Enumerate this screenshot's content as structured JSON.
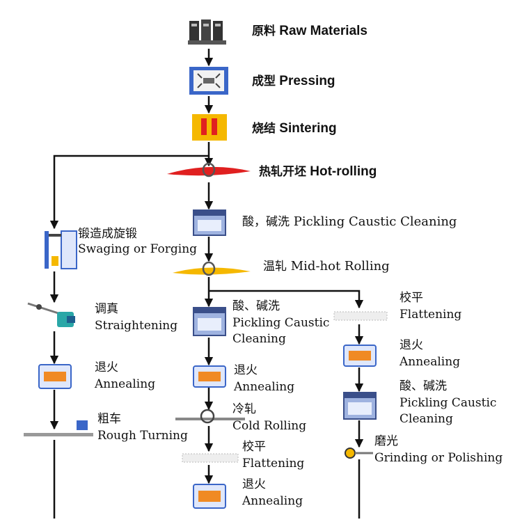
{
  "colors": {
    "line": "#111111",
    "accent_orange": "#f08a24",
    "accent_yellow": "#f5b800",
    "accent_red": "#e02020",
    "blue_frame": "#3a66c8"
  },
  "main": [
    {
      "id": "raw",
      "cn": "原料",
      "en": "Raw Materials",
      "icon": "raw-materials-icon"
    },
    {
      "id": "pressing",
      "cn": "成型",
      "en": "Pressing",
      "icon": "press-icon"
    },
    {
      "id": "sintering",
      "cn": "烧结",
      "en": "Sintering",
      "icon": "furnace-icon"
    },
    {
      "id": "hotroll",
      "cn": "热轧开坯",
      "en": "Hot-rolling",
      "icon": "rolling-icon"
    },
    {
      "id": "pickling1",
      "cn": "酸，碱洗",
      "en": "Pickling Caustic Cleaning",
      "icon": "pickling-tank-icon"
    },
    {
      "id": "midhot",
      "cn": "温轧",
      "en": "Mid-hot Rolling",
      "icon": "rolling-icon"
    }
  ],
  "left": [
    {
      "id": "swaging",
      "cn": "锻造成旋锻",
      "en": "Swaging or Forging",
      "icon": "forging-press-icon"
    },
    {
      "id": "straight",
      "cn": "调真",
      "en": "Straightening",
      "icon": "straightening-machine-icon"
    },
    {
      "id": "anneal_l",
      "cn": "退火",
      "en": "Annealing",
      "icon": "annealing-furnace-icon"
    },
    {
      "id": "rough",
      "cn": "粗车",
      "en": "Rough Turning",
      "icon": "lathe-icon"
    }
  ],
  "center": [
    {
      "id": "pickling2",
      "cn": "酸、碱洗",
      "en1": "Pickling Caustic",
      "en2": "Cleaning",
      "icon": "pickling-tank-icon"
    },
    {
      "id": "anneal_c",
      "cn": "退火",
      "en": "Annealing",
      "icon": "annealing-furnace-icon"
    },
    {
      "id": "cold",
      "cn": "冷轧",
      "en": "Cold Rolling",
      "icon": "rolling-icon"
    },
    {
      "id": "flat_c",
      "cn": "校平",
      "en": "Flattening",
      "icon": "flattening-icon"
    },
    {
      "id": "anneal_c2",
      "cn": "退火",
      "en": "Annealing",
      "icon": "annealing-furnace-icon"
    }
  ],
  "right": [
    {
      "id": "flat_r",
      "cn": "校平",
      "en": "Flattening",
      "icon": "flattening-icon"
    },
    {
      "id": "anneal_r",
      "cn": "退火",
      "en": "Annealing",
      "icon": "annealing-furnace-icon"
    },
    {
      "id": "pickling3",
      "cn": "酸、碱洗",
      "en1": "Pickling Caustic",
      "en2": "Cleaning",
      "icon": "pickling-tank-icon"
    },
    {
      "id": "grind",
      "cn": "磨光",
      "en": "Grinding or Polishing",
      "icon": "grinding-wheel-icon"
    }
  ]
}
